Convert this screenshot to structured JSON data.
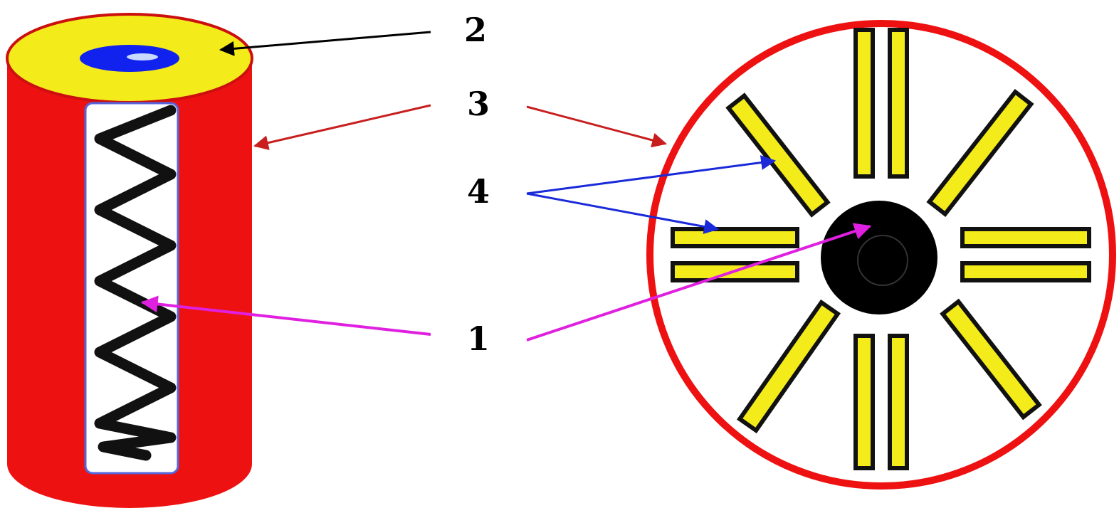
{
  "labels": {
    "l1": "1",
    "l2": "2",
    "l3": "3",
    "l4": "4"
  },
  "colors": {
    "red": "#ee1111",
    "yellow": "#f4ec1a",
    "blue_lumen": "#1122ee",
    "black": "#000000",
    "magenta_arrow": "#e020e0",
    "blue_arrow": "#1a2ad8",
    "red_arrow": "#c81e1e"
  }
}
